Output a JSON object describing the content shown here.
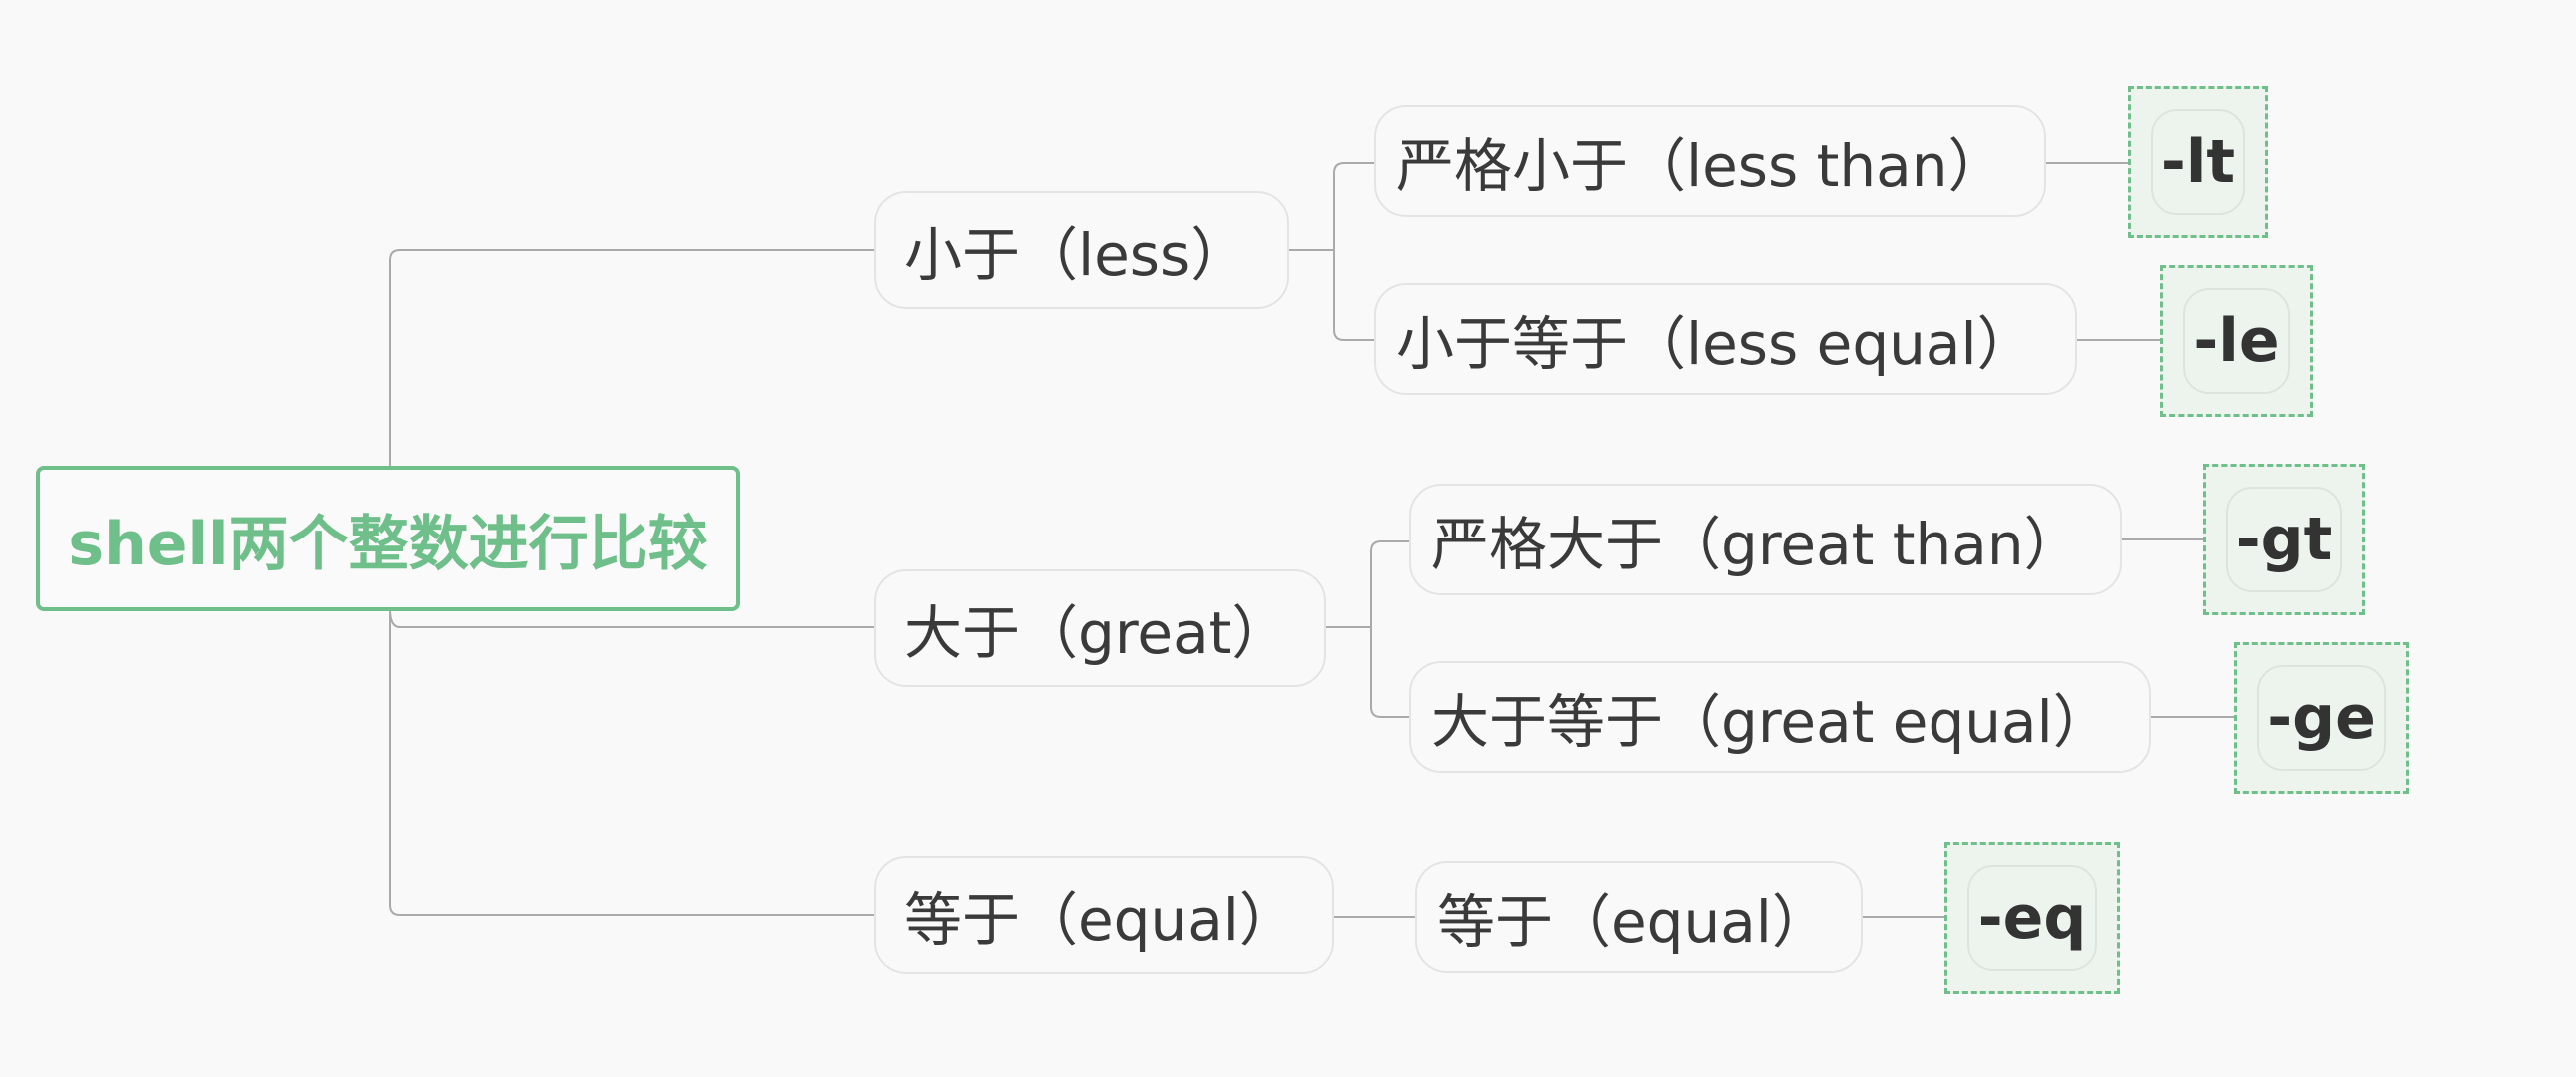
{
  "root": {
    "label": "shell两个整数进行比较"
  },
  "branches": [
    {
      "label": "小于（less）"
    },
    {
      "label": "大于（great）"
    },
    {
      "label": "等于（equal）"
    }
  ],
  "leaves": [
    {
      "label": "严格小于（less than）",
      "op": "-lt"
    },
    {
      "label": "小于等于（less equal）",
      "op": "-le"
    },
    {
      "label": "严格大于（great than）",
      "op": "-gt"
    },
    {
      "label": "大于等于（great equal）",
      "op": "-ge"
    },
    {
      "label": "等于（equal）",
      "op": "-eq"
    }
  ],
  "colors": {
    "accent": "#6fbf8b",
    "node_border": "#e4e4e4",
    "line": "#aaaaaa",
    "text": "#3a3a3a"
  }
}
